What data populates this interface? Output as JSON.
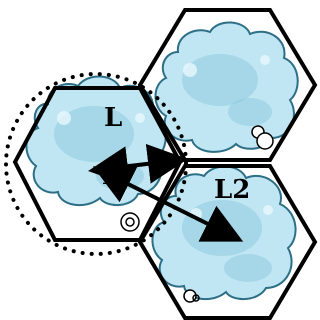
{
  "labels": {
    "center_hex": "L",
    "center_arrow": "L",
    "diagonal_arrow": "L2"
  },
  "colors": {
    "cloud_fill": "#bfe6f2",
    "cloud_shade": "#8fcbe0",
    "cloud_outline": "#2d6f86",
    "hex_stroke": "#000000",
    "dotted_circle": "#000000",
    "arrow": "#000000",
    "background": "#ffffff"
  },
  "elements": {
    "hexagons": [
      "center-cell",
      "top-right-cell",
      "bottom-right-cell"
    ],
    "arrows": [
      "horizontal-arrow",
      "diagonal-arrow"
    ],
    "ring": "dotted-circle"
  }
}
